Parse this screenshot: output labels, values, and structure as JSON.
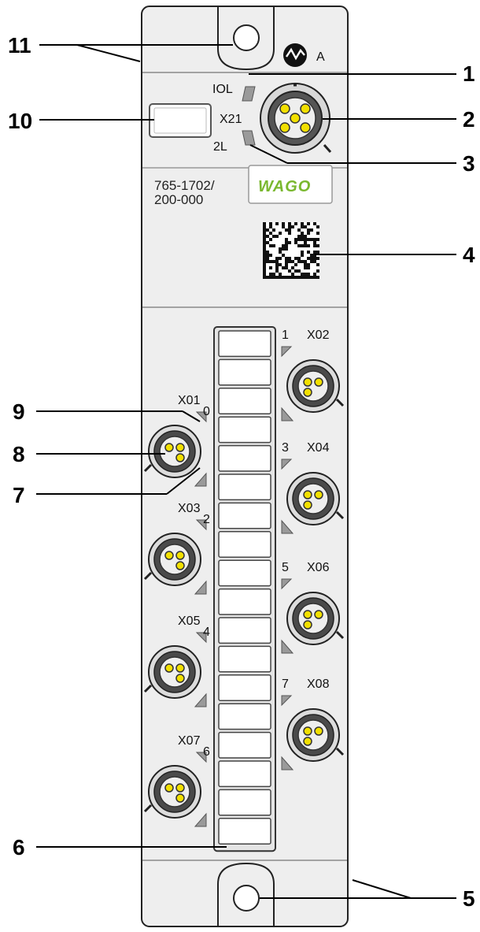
{
  "device": {
    "model_line1": "765-1702/",
    "model_line2": "200-000",
    "brand": "WAGO",
    "power_symbol_letter": "A",
    "iol_connector": {
      "name": "X21",
      "led_top": "IOL",
      "led_bottom": "2L"
    }
  },
  "ports_left": [
    {
      "name": "X01",
      "channel": "0"
    },
    {
      "name": "X03",
      "channel": "2"
    },
    {
      "name": "X05",
      "channel": "4"
    },
    {
      "name": "X07",
      "channel": "6"
    }
  ],
  "ports_right": [
    {
      "name": "X02",
      "channel": "1"
    },
    {
      "name": "X04",
      "channel": "3"
    },
    {
      "name": "X06",
      "channel": "5"
    },
    {
      "name": "X08",
      "channel": "7"
    }
  ],
  "marker_strip": {
    "cells": 18
  },
  "callouts": [
    "11",
    "10",
    "1",
    "2",
    "3",
    "4",
    "9",
    "8",
    "7",
    "6",
    "5"
  ],
  "colors": {
    "housing": "#eeeeee",
    "connector_ring": "#444444",
    "pin": "#f2e000",
    "led": "#9a9a9a",
    "brand_green": "#7ab82f"
  }
}
